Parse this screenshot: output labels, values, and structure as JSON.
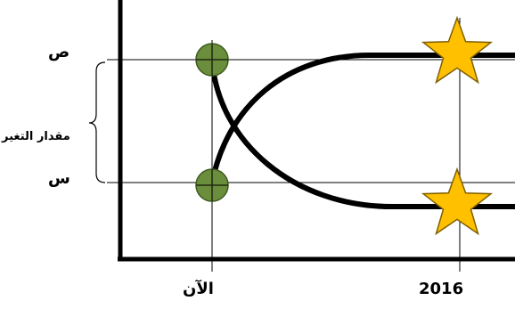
{
  "labels": {
    "y_label": "ص",
    "x_label": "س",
    "change_label": "مقدار التغير",
    "now_label": "الآن",
    "year_label": "2016"
  },
  "colors": {
    "line": "#000000",
    "marker_fill": "#6b8e3c",
    "star_fill": "#ffc000",
    "star_stroke": "#7f6000"
  },
  "icons": {
    "start_marker": "circle-cross-icon",
    "end_marker": "star-icon"
  }
}
